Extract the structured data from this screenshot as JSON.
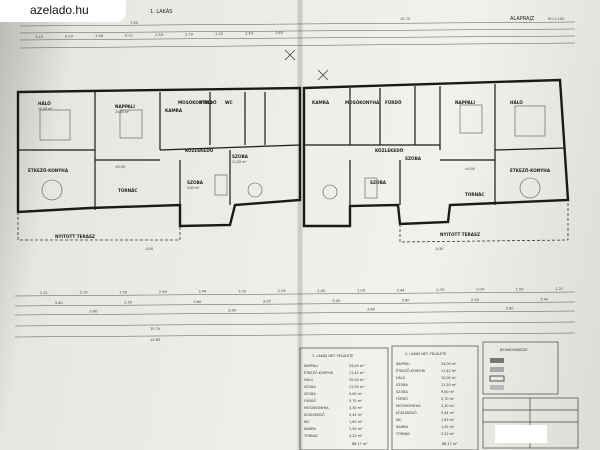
{
  "watermark": {
    "site": "azelado.hu"
  },
  "sheet": {
    "title_left": "1. LAKÁS",
    "title_right": "ALAPRAJZ",
    "scale": "M=1:100"
  },
  "dimensions": {
    "top_total_left": "7.65",
    "top_total_right": "15.75",
    "top_small": [
      "3.40",
      "0.20",
      "1.48",
      "0.21",
      "2.50",
      "2.70",
      "1.25",
      "1.43",
      "1.63"
    ],
    "bottom_row1": [
      "1.21",
      "2.19",
      "1.59",
      "2.49",
      "3.44",
      "1.00",
      "1.04",
      "2.00",
      "1.00",
      "2.44",
      "0.70",
      "1.04",
      "1.59",
      "1.21"
    ],
    "bottom_row2": [
      "3.40",
      "2.50",
      "3.60",
      "3.05",
      "3.05",
      "3.60",
      "2.50",
      "3.40"
    ],
    "bottom_row3": [
      "3.60",
      "3.60",
      "3.60",
      "3.60"
    ],
    "bottom_total": "15.75",
    "bottom_total2": "15.85"
  },
  "rooms_left": [
    {
      "name": "HÁLÓ",
      "area": "15,00 m²"
    },
    {
      "name": "NAPPALI",
      "area": "24,00 m²"
    },
    {
      "name": "KAMRA",
      "area": ""
    },
    {
      "name": "MOSÓKONYHA",
      "area": ""
    },
    {
      "name": "FÜRDŐ",
      "area": ""
    },
    {
      "name": "WC",
      "area": ""
    },
    {
      "name": "KÖZLEKEDŐ",
      "area": ""
    },
    {
      "name": "SZOBA",
      "area": "11,50 m²"
    },
    {
      "name": "SZOBA",
      "area": "9,00 m²"
    },
    {
      "name": "ÉTKEZŐ-KONYHA",
      "area": ""
    },
    {
      "name": "TORNÁC",
      "area": ""
    },
    {
      "name": "NYITOTT TERASZ",
      "area": ""
    }
  ],
  "rooms_right": [
    {
      "name": "KAMRA",
      "area": ""
    },
    {
      "name": "MOSÓKONYHA",
      "area": ""
    },
    {
      "name": "FÜRDŐ",
      "area": ""
    },
    {
      "name": "KÖZLEKEDŐ",
      "area": ""
    },
    {
      "name": "NAPPALI",
      "area": ""
    },
    {
      "name": "HÁLÓ",
      "area": ""
    },
    {
      "name": "ÉTKEZŐ-KONYHA",
      "area": ""
    },
    {
      "name": "SZOBA",
      "area": ""
    },
    {
      "name": "SZOBA",
      "area": ""
    },
    {
      "name": "TORNÁC",
      "area": ""
    },
    {
      "name": "NYITOTT TERASZ",
      "area": ""
    }
  ],
  "levels": {
    "floor": "±0,00",
    "step": "-0,15",
    "terrace": "-0,50"
  },
  "tables": {
    "table1_title": "1. LAKÁS NET. FELÜLETE",
    "table2_title": "2. LAKÁS NET. FELÜLETE",
    "legend_title": "JELMAGYARÁZAT",
    "table1_total": "86,17 m²",
    "table2_total": "86,17 m²",
    "table1_rows": [
      [
        "NAPPALI",
        "24,00 m²"
      ],
      [
        "ÉTKEZŐ-KONYHA",
        "11,42 m²"
      ],
      [
        "HÁLÓ",
        "15,00 m²"
      ],
      [
        "SZOBA",
        "11,50 m²"
      ],
      [
        "SZOBA",
        "9,00 m²"
      ],
      [
        "FÜRDŐ",
        "5,70 m²"
      ],
      [
        "MOSÓKONYHA",
        "3,30 m²"
      ],
      [
        "KÖZLEKEDŐ",
        "5,44 m²"
      ],
      [
        "WC",
        "1,63 m²"
      ],
      [
        "KAMRA",
        "1,92 m²"
      ],
      [
        "TORNÁC",
        "3,22 m²"
      ]
    ],
    "table2_rows": [
      [
        "NAPPALI",
        "24,00 m²"
      ],
      [
        "ÉTKEZŐ-KONYHA",
        "11,42 m²"
      ],
      [
        "HÁLÓ",
        "15,00 m²"
      ],
      [
        "SZOBA",
        "11,50 m²"
      ],
      [
        "SZOBA",
        "9,00 m²"
      ],
      [
        "FÜRDŐ",
        "5,70 m²"
      ],
      [
        "MOSÓKONYHA",
        "3,30 m²"
      ],
      [
        "KÖZLEKEDŐ",
        "5,44 m²"
      ],
      [
        "WC",
        "1,63 m²"
      ],
      [
        "KAMRA",
        "1,92 m²"
      ],
      [
        "TORNÁC",
        "3,22 m²"
      ]
    ]
  }
}
